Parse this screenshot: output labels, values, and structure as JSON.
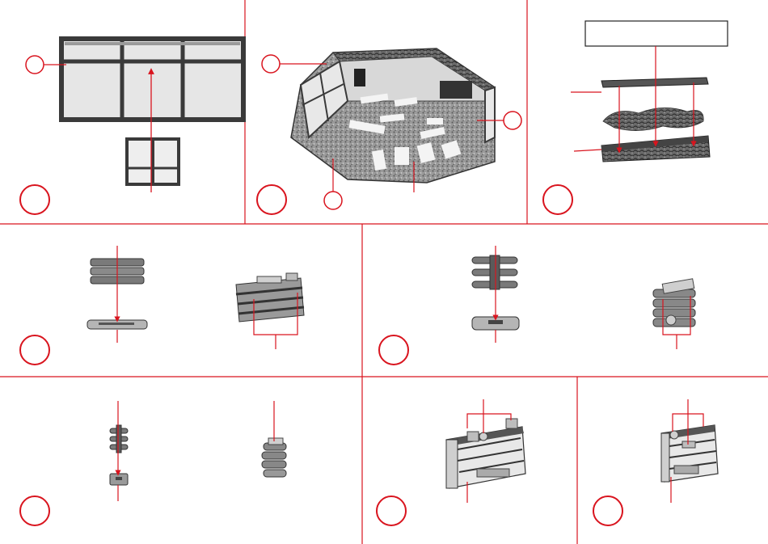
{
  "sheet": {
    "background": "#ffffff",
    "accent_color": "#d9141e",
    "ink_color": "#3a3a3a",
    "label_box_text": "",
    "step_numbers": [
      "",
      "",
      "",
      "",
      "",
      "",
      "",
      "",
      ""
    ],
    "callout_numbers": [
      "",
      "",
      "",
      "",
      ""
    ]
  },
  "panels": [
    {
      "id": "step-1",
      "subject": "window-frame-and-door"
    },
    {
      "id": "step-2",
      "subject": "hexagonal-pavilion-base"
    },
    {
      "id": "step-3",
      "subject": "roof-layers"
    },
    {
      "id": "step-4",
      "subject": "large-shelf-unit"
    },
    {
      "id": "step-5",
      "subject": "round-shelf-unit"
    },
    {
      "id": "step-6",
      "subject": "small-shelf-unit"
    },
    {
      "id": "step-7",
      "subject": "counter-with-goods"
    },
    {
      "id": "step-8",
      "subject": "display-cabinet"
    }
  ]
}
